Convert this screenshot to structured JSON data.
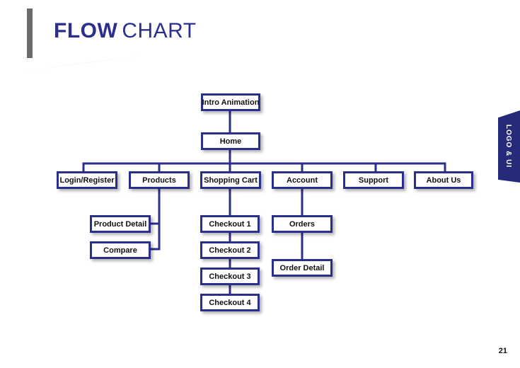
{
  "header": {
    "title_strong": "FLOW",
    "title_light": "CHART"
  },
  "side_tab": {
    "label": "LOGO & UI"
  },
  "page_number": "21",
  "colors": {
    "accent": "#2b2f8c",
    "side_tab": "#262a7a",
    "title_bar": "#6b6b6b"
  },
  "flowchart": {
    "nodes": {
      "intro_animation": "Intro Animation",
      "home": "Home",
      "login_register": "Login/Register",
      "products": "Products",
      "shopping_cart": "Shopping Cart",
      "account": "Account",
      "support": "Support",
      "about_us": "About Us",
      "product_detail": "Product Detail",
      "compare": "Compare",
      "checkout_1": "Checkout 1",
      "checkout_2": "Checkout 2",
      "checkout_3": "Checkout 3",
      "checkout_4": "Checkout 4",
      "orders": "Orders",
      "order_detail": "Order Detail"
    },
    "edges": [
      [
        "intro_animation",
        "home"
      ],
      [
        "home",
        "login_register"
      ],
      [
        "home",
        "products"
      ],
      [
        "home",
        "shopping_cart"
      ],
      [
        "home",
        "account"
      ],
      [
        "home",
        "support"
      ],
      [
        "home",
        "about_us"
      ],
      [
        "products",
        "product_detail"
      ],
      [
        "products",
        "compare"
      ],
      [
        "shopping_cart",
        "checkout_1"
      ],
      [
        "checkout_1",
        "checkout_2"
      ],
      [
        "checkout_2",
        "checkout_3"
      ],
      [
        "checkout_3",
        "checkout_4"
      ],
      [
        "account",
        "orders"
      ],
      [
        "orders",
        "order_detail"
      ]
    ]
  }
}
